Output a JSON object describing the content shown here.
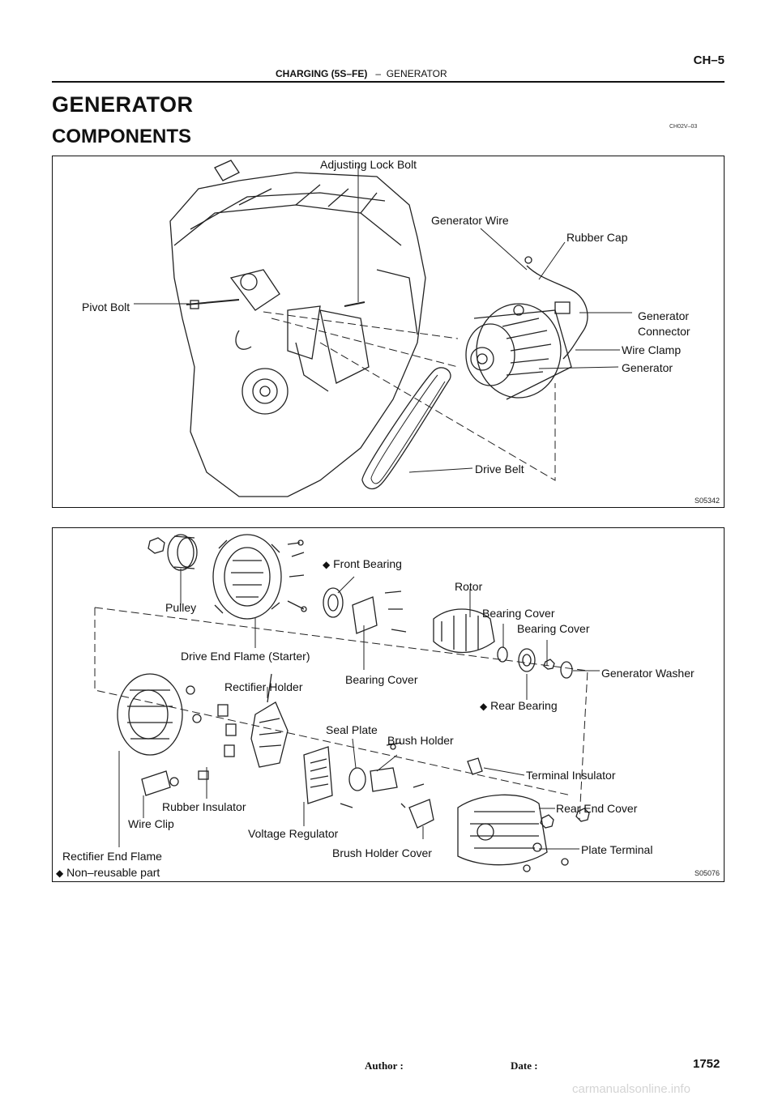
{
  "header": {
    "section": "CHARGING (5S–FE)",
    "separator": "–",
    "topic": "GENERATOR",
    "page_code": "CH–5"
  },
  "title": "GENERATOR",
  "subtitle": "COMPONENTS",
  "doc_id": "CH02V–03",
  "figure1": {
    "code": "S05342",
    "labels": {
      "adjusting_lock_bolt": "Adjusting Lock Bolt",
      "generator_wire": "Generator Wire",
      "rubber_cap": "Rubber Cap",
      "pivot_bolt": "Pivot Bolt",
      "generator_connector_1": "Generator",
      "generator_connector_2": "Connector",
      "wire_clamp": "Wire Clamp",
      "generator": "Generator",
      "drive_belt": "Drive Belt"
    }
  },
  "figure2": {
    "code": "S05076",
    "labels": {
      "front_bearing": "Front Bearing",
      "rotor": "Rotor",
      "pulley": "Pulley",
      "bearing_cover_a": "Bearing Cover",
      "bearing_cover_b": "Bearing Cover",
      "drive_end_flame": "Drive End Flame (Starter)",
      "generator_washer": "Generator Washer",
      "bearing_cover_c": "Bearing Cover",
      "rectifier_holder": "Rectifier Holder",
      "rear_bearing": "Rear Bearing",
      "seal_plate": "Seal Plate",
      "brush_holder": "Brush Holder",
      "terminal_insulator": "Terminal Insulator",
      "rubber_insulator": "Rubber Insulator",
      "rear_end_cover": "Rear End Cover",
      "wire_clip": "Wire Clip",
      "voltage_regulator": "Voltage Regulator",
      "plate_terminal": "Plate Terminal",
      "brush_holder_cover": "Brush Holder Cover",
      "rectifier_end_flame": "Rectifier End Flame",
      "non_reusable": "Non–reusable part"
    }
  },
  "footer": {
    "author_label": "Author :",
    "date_label": "Date :",
    "page_number": "1752",
    "watermark": "carmanualsonline.info"
  }
}
